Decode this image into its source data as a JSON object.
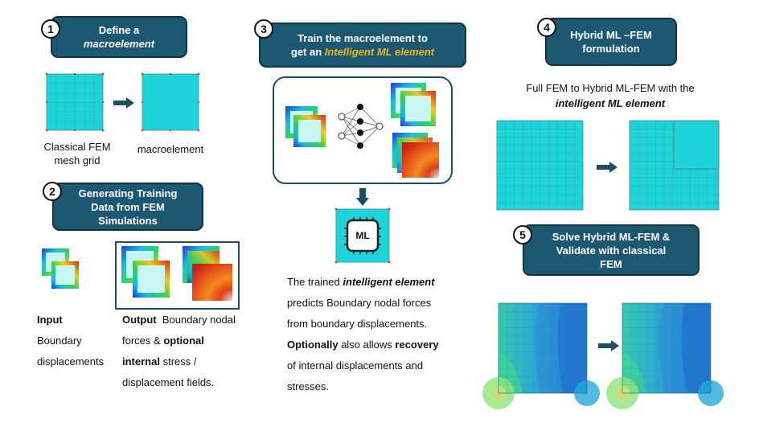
{
  "step1": {
    "number": "1",
    "line1": "Define a",
    "line2": "macroelement",
    "caption_fem_1": "Classical FEM",
    "caption_fem_2": "mesh grid",
    "caption_macro": "macroelement"
  },
  "step2": {
    "number": "2",
    "line1": "Generating Training",
    "line2": "Data from FEM",
    "line3": "Simulations",
    "input_label": "Input",
    "input_desc_1": "Boundary",
    "input_desc_2": "displacements",
    "output_label": "Output",
    "output_desc_1": "Boundary nodal",
    "output_desc_2a": "forces &",
    "output_desc_2b": "optional",
    "output_desc_3a": "internal",
    "output_desc_3b": "stress /",
    "output_desc_4": "displacement fields."
  },
  "step3": {
    "number": "3",
    "line1": "Train the macroelement to",
    "line2a": "get an",
    "line2b": "Intelligent ML element",
    "ml_label": "ML",
    "desc_1a": "The trained",
    "desc_1b": "intelligent element",
    "desc_2": "predicts Boundary nodal forces",
    "desc_3": "from boundary displacements.",
    "desc_4a": "Optionally",
    "desc_4b": "also allows",
    "desc_4c": "recovery",
    "desc_5": "of internal displacements and",
    "desc_6": "stresses."
  },
  "step4": {
    "number": "4",
    "line1": "Hybrid ML –FEM",
    "line2": "formulation",
    "desc_1": "Full FEM to Hybrid ML-FEM with the",
    "desc_2": "intelligent ML element"
  },
  "step5": {
    "number": "5",
    "line1": "Solve Hybrid ML-FEM &",
    "line2": "Validate with classical",
    "line3": "FEM"
  },
  "colors": {
    "banner": "#1c5872",
    "highlight": "#f1b51c",
    "mesh": "#1fd4d8",
    "arrow": "#1c4f66"
  }
}
